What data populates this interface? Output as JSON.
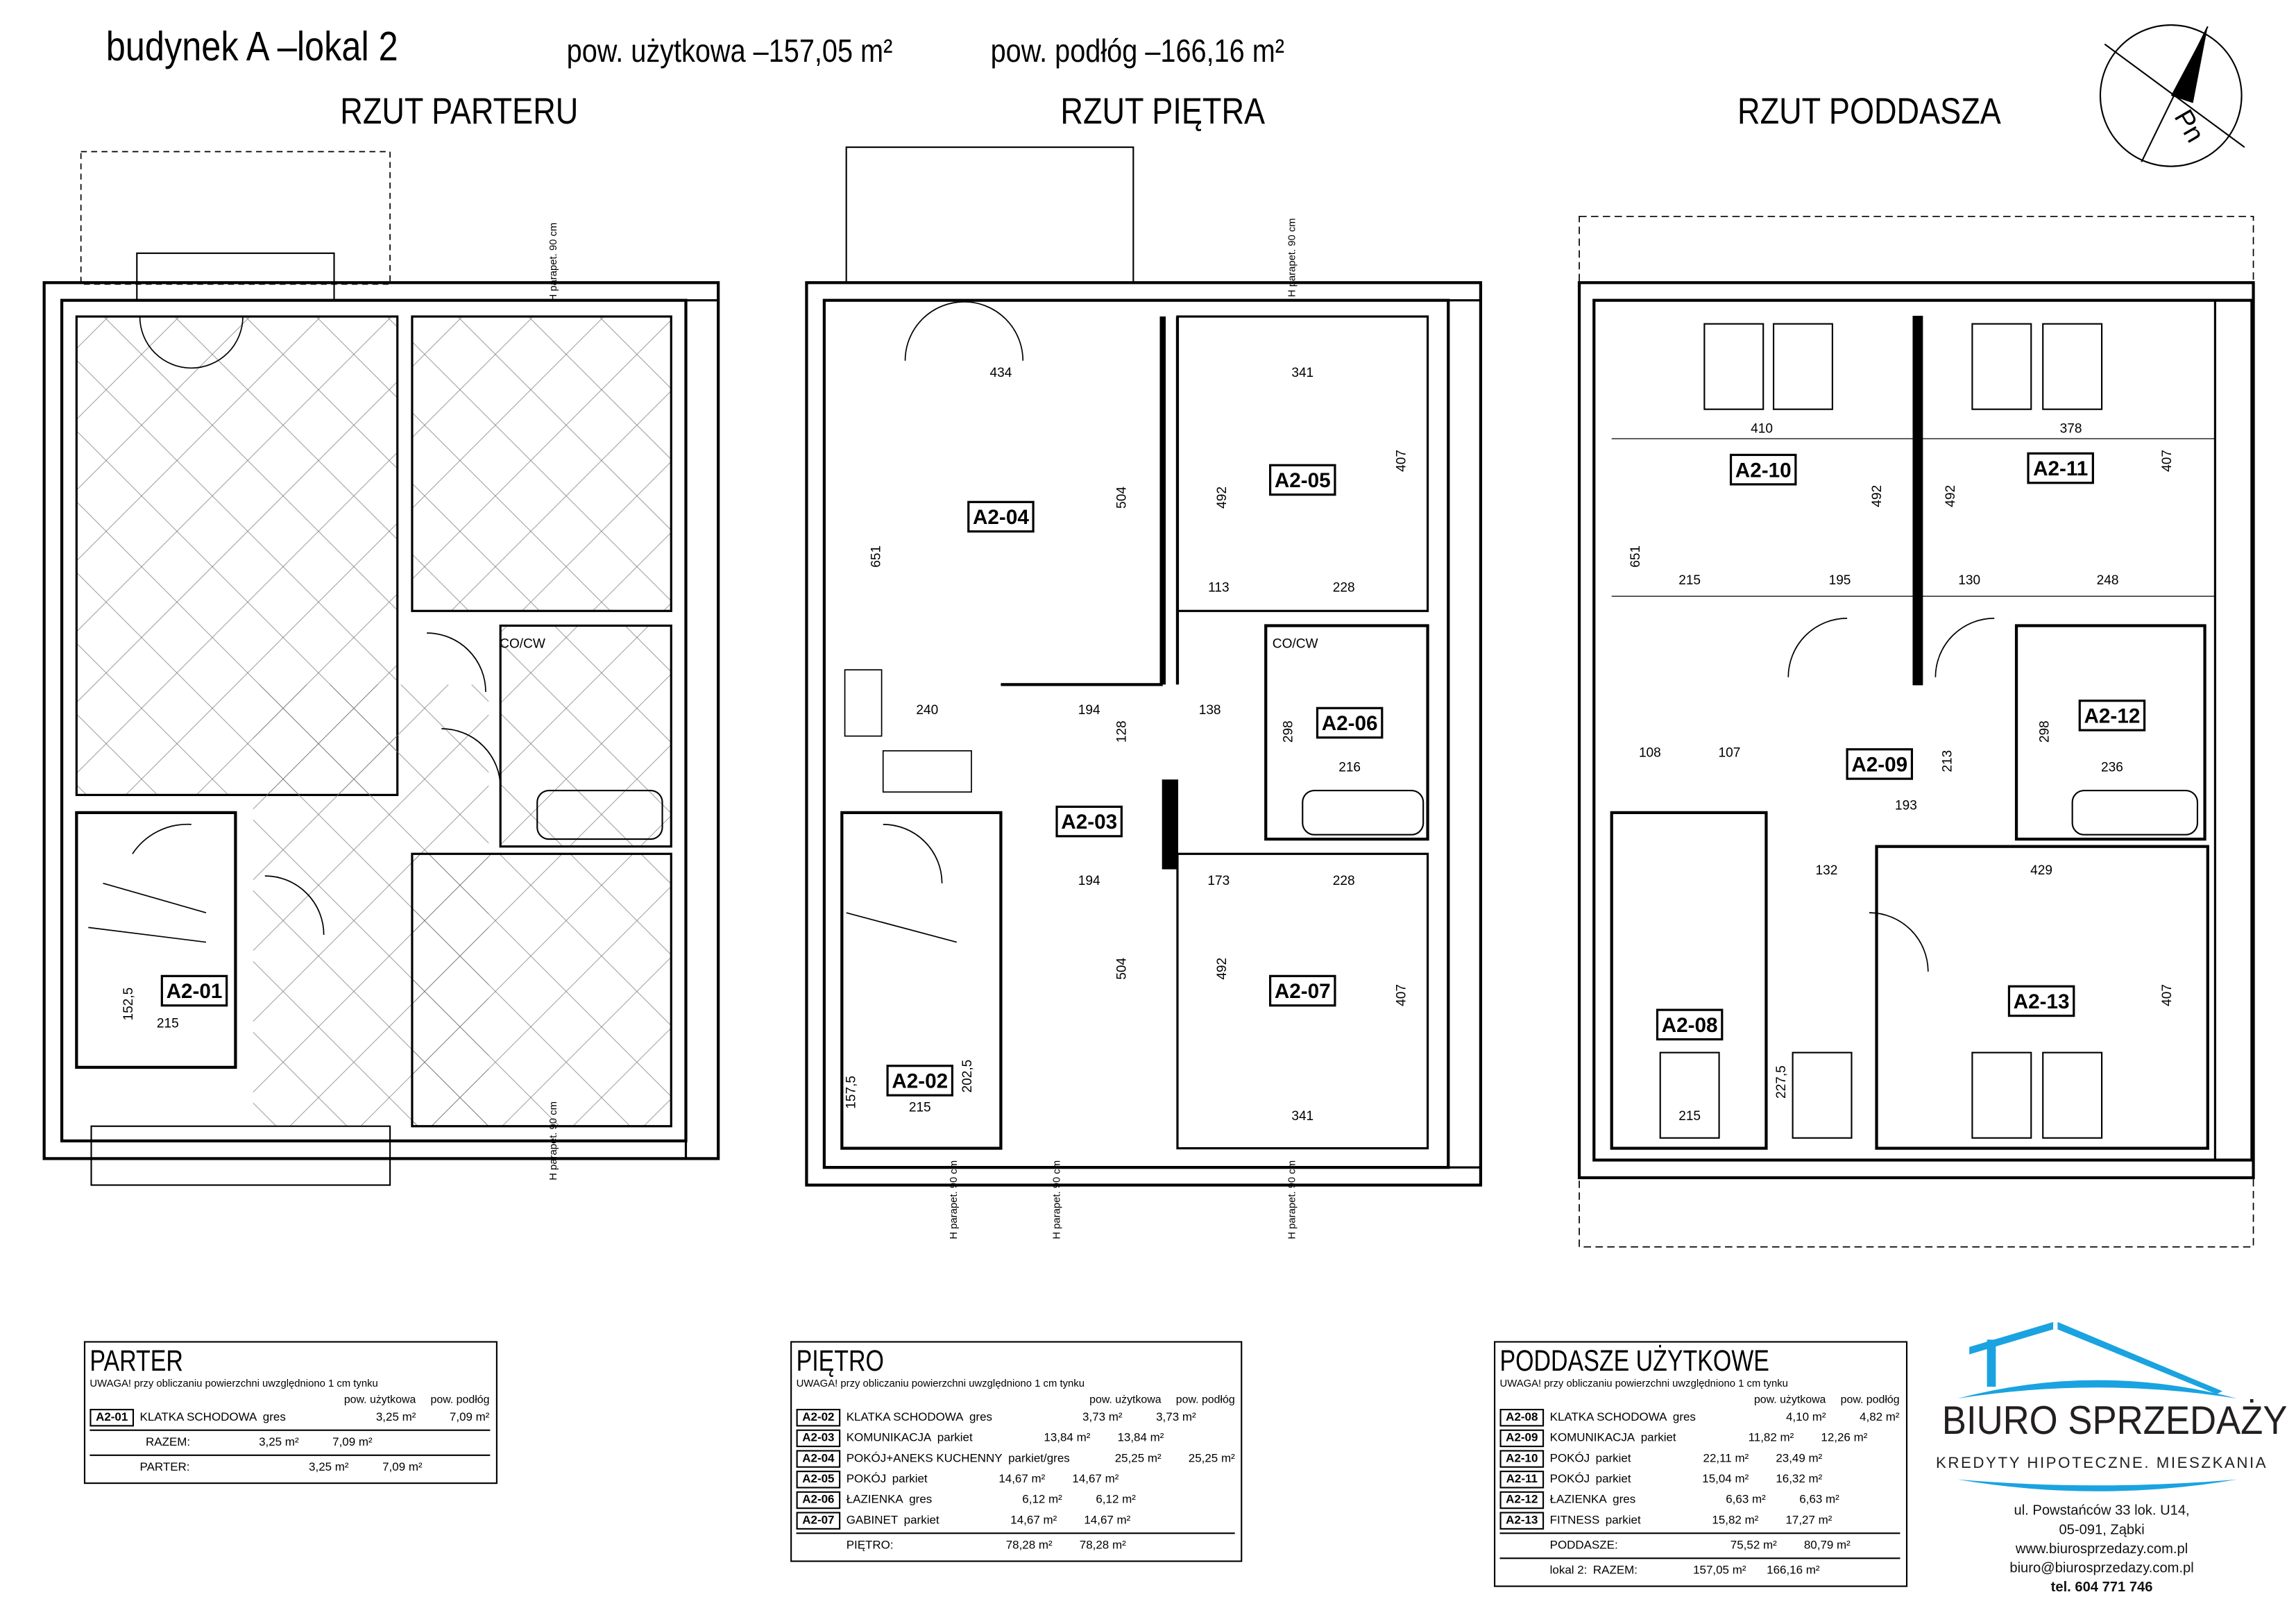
{
  "header": {
    "building": "budynek A –lokal 2",
    "usable_area": "pow. użytkowa –157,05 m²",
    "floor_area": "pow. podłóg –166,16 m²"
  },
  "plans": {
    "parter": {
      "title": "RZUT PARTERU",
      "rooms": [
        "A2-01"
      ],
      "dims": [
        "152,5",
        "215"
      ],
      "notes": [
        "CO/CW",
        "H parapet. 90 cm",
        "H parapet. 90 cm"
      ]
    },
    "pietro": {
      "title": "RZUT PIĘTRA",
      "rooms": [
        "A2-04",
        "A2-05",
        "A2-06",
        "A2-03",
        "A2-07",
        "A2-02"
      ],
      "dims": [
        "434",
        "341",
        "651",
        "504",
        "492",
        "407",
        "113",
        "228",
        "240",
        "194",
        "138",
        "128",
        "298",
        "216",
        "194",
        "173",
        "228",
        "504",
        "492",
        "407",
        "341",
        "157,5",
        "215",
        "202,5"
      ],
      "notes": [
        "CO/CW",
        "H parapet. 90 cm",
        "H parapet. 90 cm",
        "H parapet. 90 cm",
        "H parapet. 90 cm"
      ]
    },
    "poddasze": {
      "title": "RZUT PODDASZA",
      "rooms": [
        "A2-10",
        "A2-11",
        "A2-12",
        "A2-09",
        "A2-08",
        "A2-13"
      ],
      "dims": [
        "410",
        "378",
        "492",
        "492",
        "407",
        "651",
        "215",
        "195",
        "130",
        "248",
        "108",
        "107",
        "213",
        "298",
        "236",
        "193",
        "132",
        "429",
        "407",
        "227,5",
        "215"
      ]
    },
    "compass_label": "Pn"
  },
  "tables": {
    "note": "UWAGA! przy obliczaniu powierzchni uwzględniono 1 cm tynku",
    "col_usable": "pow. użytkowa",
    "col_floor": "pow. podłóg",
    "parter": {
      "title": "PARTER",
      "rows": [
        {
          "code": "A2-01",
          "name": "KLATKA SCHODOWA",
          "material": "gres",
          "usable": "3,25 m²",
          "floor": "7,09 m²"
        }
      ],
      "razem": {
        "label": "RAZEM:",
        "usable": "3,25 m²",
        "floor": "7,09 m²"
      },
      "total": {
        "label": "PARTER:",
        "usable": "3,25 m²",
        "floor": "7,09 m²"
      }
    },
    "pietro": {
      "title": "PIĘTRO",
      "rows": [
        {
          "code": "A2-02",
          "name": "KLATKA SCHODOWA",
          "material": "gres",
          "usable": "3,73 m²",
          "floor": "3,73 m²"
        },
        {
          "code": "A2-03",
          "name": "KOMUNIKACJA",
          "material": "parkiet",
          "usable": "13,84 m²",
          "floor": "13,84 m²"
        },
        {
          "code": "A2-04",
          "name": "POKÓJ+ANEKS KUCHENNY",
          "material": "parkiet/gres",
          "usable": "25,25 m²",
          "floor": "25,25 m²"
        },
        {
          "code": "A2-05",
          "name": "POKÓJ",
          "material": "parkiet",
          "usable": "14,67 m²",
          "floor": "14,67 m²"
        },
        {
          "code": "A2-06",
          "name": "ŁAZIENKA",
          "material": "gres",
          "usable": "6,12 m²",
          "floor": "6,12 m²"
        },
        {
          "code": "A2-07",
          "name": "GABINET",
          "material": "parkiet",
          "usable": "14,67 m²",
          "floor": "14,67 m²"
        }
      ],
      "total": {
        "label": "PIĘTRO:",
        "usable": "78,28 m²",
        "floor": "78,28 m²"
      }
    },
    "poddasze": {
      "title": "PODDASZE UŻYTKOWE",
      "rows": [
        {
          "code": "A2-08",
          "name": "KLATKA SCHODOWA",
          "material": "gres",
          "usable": "4,10 m²",
          "floor": "4,82 m²"
        },
        {
          "code": "A2-09",
          "name": "KOMUNIKACJA",
          "material": "parkiet",
          "usable": "11,82 m²",
          "floor": "12,26 m²"
        },
        {
          "code": "A2-10",
          "name": "POKÓJ",
          "material": "parkiet",
          "usable": "22,11 m²",
          "floor": "23,49 m²"
        },
        {
          "code": "A2-11",
          "name": "POKÓJ",
          "material": "parkiet",
          "usable": "15,04 m²",
          "floor": "16,32 m²"
        },
        {
          "code": "A2-12",
          "name": "ŁAZIENKA",
          "material": "gres",
          "usable": "6,63 m²",
          "floor": "6,63 m²"
        },
        {
          "code": "A2-13",
          "name": "FITNESS",
          "material": "parkiet",
          "usable": "15,82 m²",
          "floor": "17,27 m²"
        }
      ],
      "total": {
        "label": "PODDASZE:",
        "usable": "75,52 m²",
        "floor": "80,79 m²"
      },
      "grand": {
        "label": "lokal 2:",
        "razem": "RAZEM:",
        "usable": "157,05 m²",
        "floor": "166,16 m²"
      }
    }
  },
  "logo": {
    "brand": "BIURO SPRZEDAŻY",
    "tagline": "KREDYTY HIPOTECZNE. MIESZKANIA",
    "address1": "ul. Powstańców 33 lok. U14,",
    "address2": "05-091, Ząbki",
    "website": "www.biurosprzedazy.com.pl",
    "email": "biuro@biurosprzedazy.com.pl",
    "phone": "tel. 604 771 746",
    "color": "#1aa3e0"
  }
}
